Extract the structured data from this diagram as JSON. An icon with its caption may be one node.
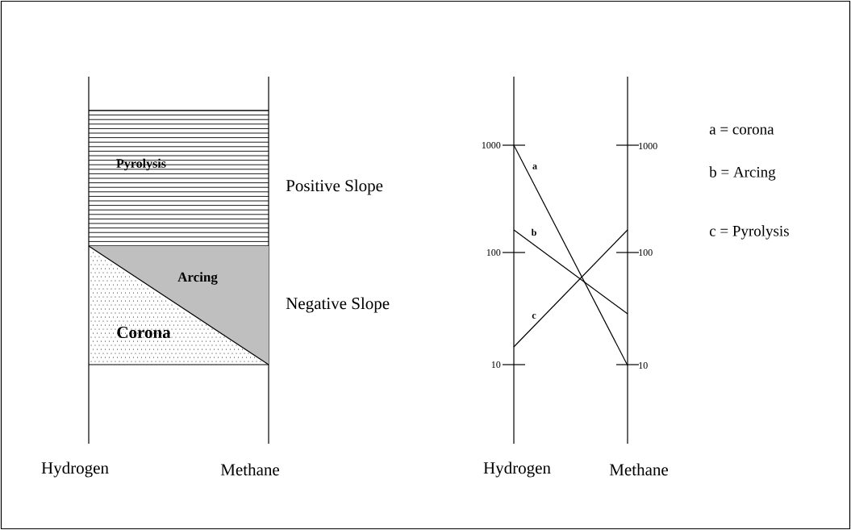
{
  "diagram": {
    "nodes": [
      {
        "text": [
          "Pyrolysis"
        ]
      },
      {
        "text": [
          "Arcing"
        ]
      },
      {
        "text": [
          "Corona"
        ]
      }
    ],
    "labels": [
      "Positive Slope",
      "Negative Slope",
      "Hydrogen",
      "Methane",
      "Hydrogen",
      "Methane",
      "1000",
      "100",
      "10",
      "1000",
      "100",
      "10",
      "a",
      "b",
      "c",
      "a = corona",
      "b = Arcing",
      "c = Pyrolysis"
    ]
  }
}
